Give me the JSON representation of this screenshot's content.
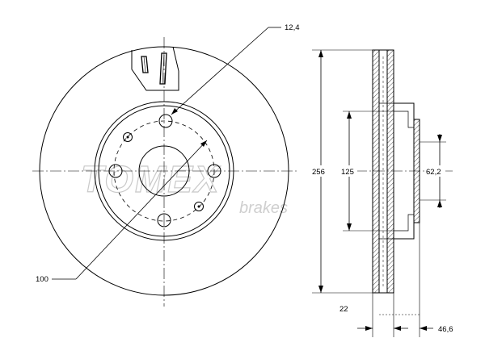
{
  "watermark": {
    "brand": "TOMEX",
    "tagline": "brakes"
  },
  "dimensions": {
    "pcd": "100",
    "bolt_hole": "12,4",
    "outer_diameter": "256",
    "hub_diameter": "125",
    "center_bore": "62,2",
    "thickness": "22",
    "height": "46,6"
  }
}
